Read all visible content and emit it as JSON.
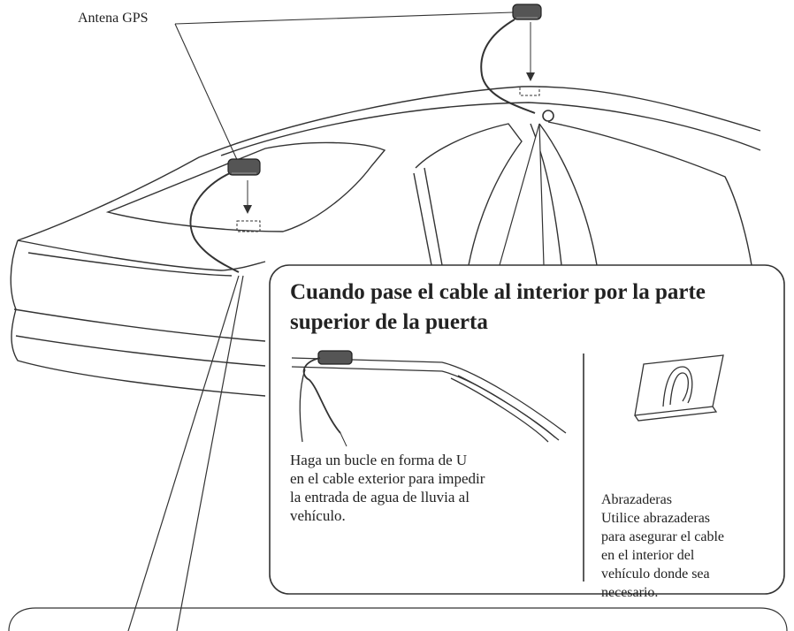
{
  "labels": {
    "gps_antenna": "Antena GPS"
  },
  "callout": {
    "title": "Cuando pase el cable al interior por la parte\nsuperior de la puerta",
    "u_loop_instruction": "Haga un bucle en forma de U\nen el cable exterior para impedir\nla entrada de agua de lluvia al\nvehículo.",
    "clamps_name": "Abrazaderas",
    "clamps_instruction": "Utilice abrazaderas\npara asegurar el cable\nen el interior del\nvehículo donde sea\nnecesario."
  }
}
